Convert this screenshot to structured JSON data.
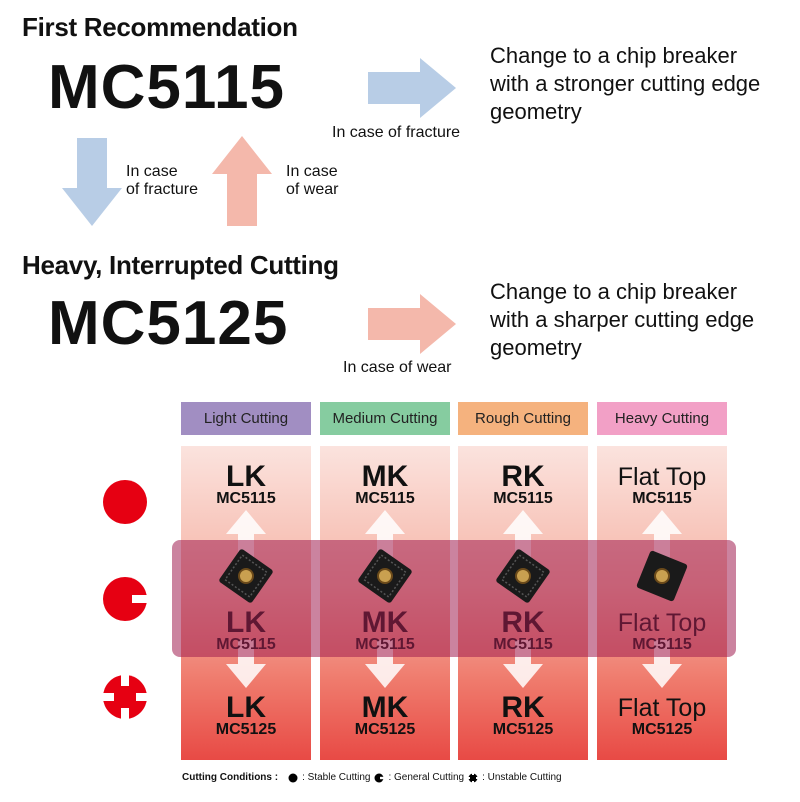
{
  "first": {
    "heading": "First Recommendation",
    "grade": "MC5115",
    "arrow_label": "In case of fracture",
    "note_lines": [
      "Change to a chip breaker",
      "with a stronger cutting edge",
      "geometry"
    ]
  },
  "vertical": {
    "down_label": [
      "In case",
      "of fracture"
    ],
    "up_label": [
      "In case",
      "of wear"
    ]
  },
  "heavy": {
    "heading": "Heavy, Interrupted Cutting",
    "grade": "MC5125",
    "arrow_label": "In case of wear",
    "note_lines": [
      "Change to a chip breaker",
      "with a sharper cutting edge",
      "geometry"
    ]
  },
  "colors": {
    "arrow_blue": "#b8cde6",
    "arrow_pink": "#f4b8ab",
    "condition_red": "#e60012"
  },
  "table": {
    "columns": [
      {
        "header": "Light Cutting",
        "header_color": "#a18ec2",
        "rows": [
          {
            "chip": "LK",
            "grade": "MC5115"
          },
          {
            "chip": "LK",
            "grade": "MC5115"
          },
          {
            "chip": "LK",
            "grade": "MC5125"
          }
        ]
      },
      {
        "header": "Medium Cutting",
        "header_color": "#86cca0",
        "rows": [
          {
            "chip": "MK",
            "grade": "MC5115"
          },
          {
            "chip": "MK",
            "grade": "MC5115"
          },
          {
            "chip": "MK",
            "grade": "MC5125"
          }
        ]
      },
      {
        "header": "Rough Cutting",
        "header_color": "#f5b27e",
        "rows": [
          {
            "chip": "RK",
            "grade": "MC5115"
          },
          {
            "chip": "RK",
            "grade": "MC5115"
          },
          {
            "chip": "RK",
            "grade": "MC5125"
          }
        ]
      },
      {
        "header": "Heavy Cutting",
        "header_color": "#f2a0c6",
        "rows": [
          {
            "chip": "Flat Top",
            "grade": "MC5115"
          },
          {
            "chip": "Flat Top",
            "grade": "MC5115"
          },
          {
            "chip": "Flat Top",
            "grade": "MC5125"
          }
        ]
      }
    ],
    "condition_icons": [
      "stable-cutting-icon",
      "general-cutting-icon",
      "unstable-cutting-icon"
    ]
  },
  "legend": {
    "title": "Cutting Conditions :",
    "stable": ": Stable Cutting",
    "general": ": General Cutting",
    "unstable": ": Unstable Cutting"
  }
}
